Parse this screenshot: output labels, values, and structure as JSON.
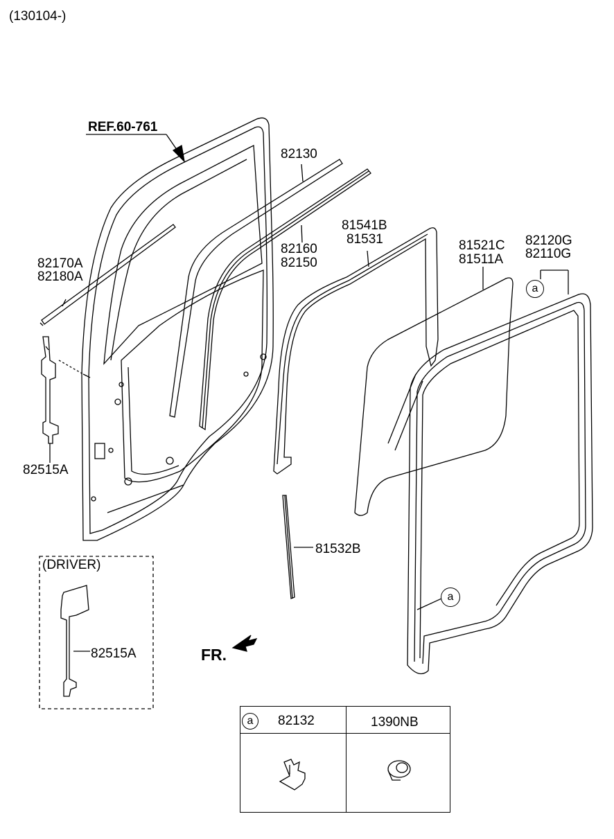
{
  "header": {
    "date_code": "(130104-)"
  },
  "ref": {
    "label": "REF.60-761"
  },
  "parts": {
    "p82130": "82130",
    "p82160": "82160",
    "p82150": "82150",
    "p81541B": "81541B",
    "p81531": "81531",
    "p81521C": "81521C",
    "p81511A": "81511A",
    "p82120G": "82120G",
    "p82110G": "82110G",
    "p82170A": "82170A",
    "p82180A": "82180A",
    "p82515A": "82515A",
    "p81532B": "81532B",
    "p82515A_driver": "82515A"
  },
  "markers": {
    "a_top": "a",
    "a_seal": "a"
  },
  "driver_box": {
    "title": "(DRIVER)"
  },
  "front": {
    "label": "FR."
  },
  "legend": {
    "marker": "a",
    "col1": "82132",
    "col2": "1390NB"
  }
}
